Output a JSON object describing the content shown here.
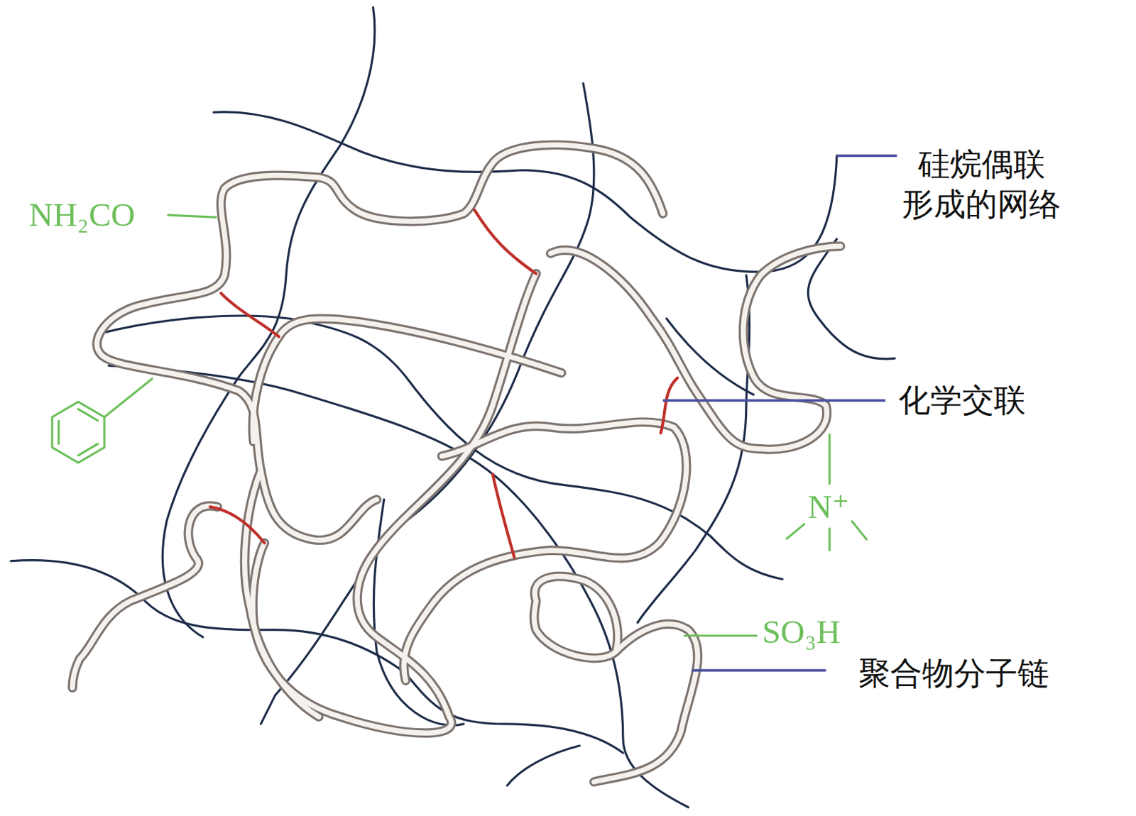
{
  "diagram": {
    "labels": [
      "NH₂CO",
      "硅烷偶联 形成的网络",
      "化学交联",
      "N⁺",
      "SO₃H",
      "聚合物分子链"
    ]
  }
}
